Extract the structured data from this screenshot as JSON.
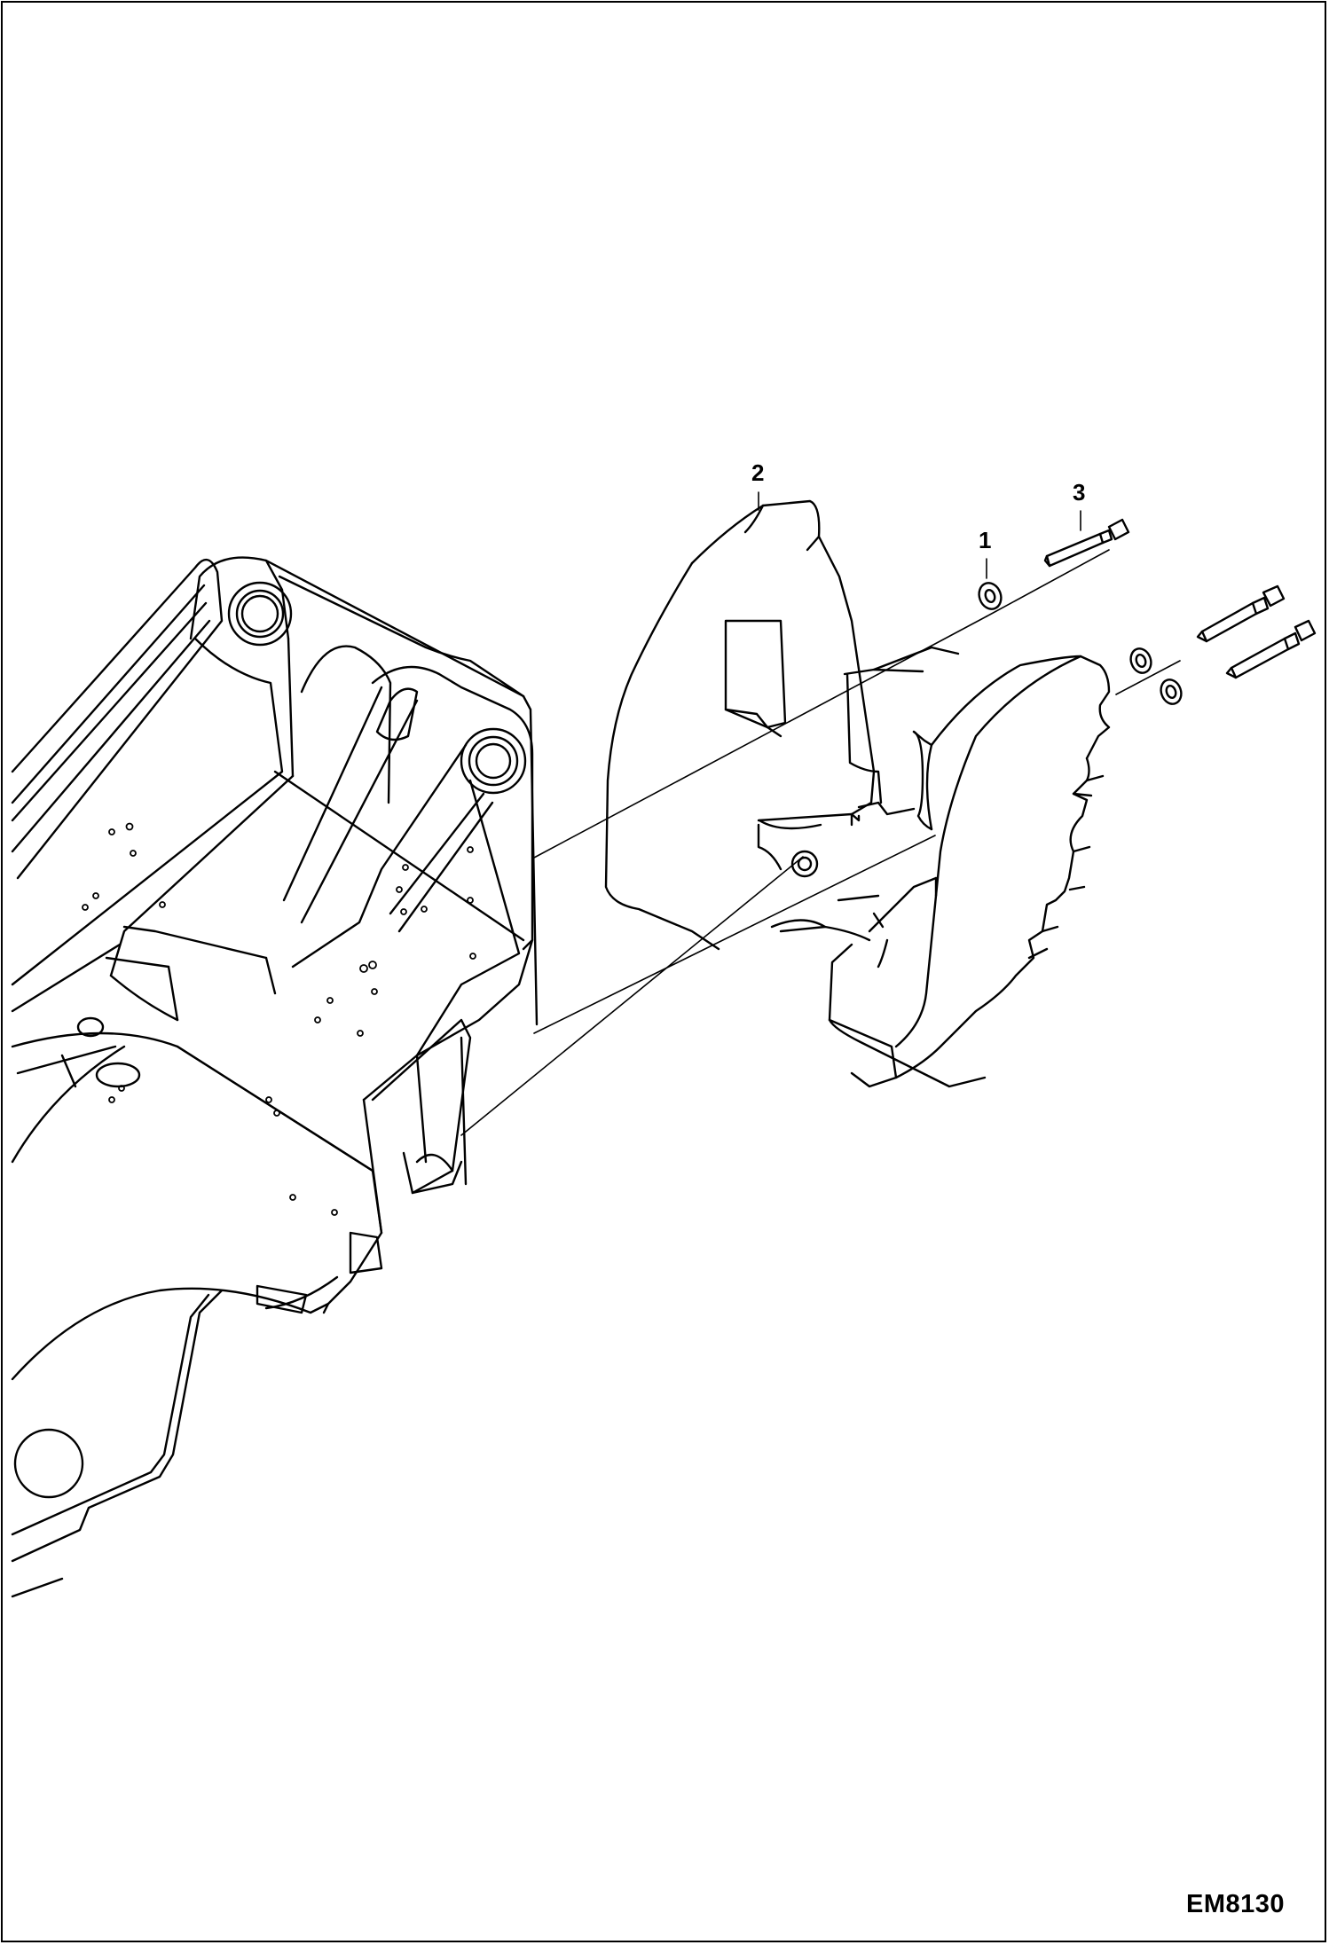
{
  "figure": {
    "code": "EM8130",
    "line_color": "#000000",
    "background_color": "#ffffff"
  },
  "callouts": [
    {
      "id": "washer",
      "label": "1"
    },
    {
      "id": "counterweight",
      "label": "2"
    },
    {
      "id": "bolt",
      "label": "3"
    }
  ]
}
